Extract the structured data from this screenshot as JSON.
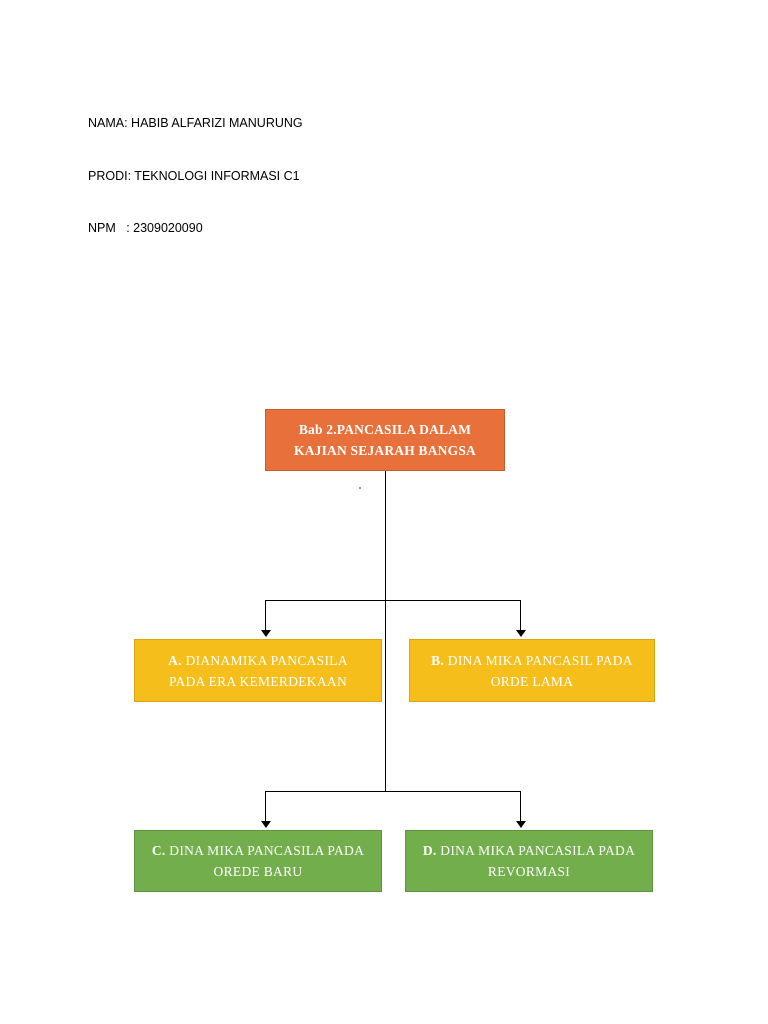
{
  "header": {
    "lines": [
      "NAMA: HABIB ALFARIZI MANURUNG",
      "PRODI: TEKNOLOGI INFORMASI C1",
      "NPM   : 2309020090"
    ]
  },
  "diagram": {
    "title": "Bab 2.PANCASILA DALAM KAJIAN SEJARAH BANGSA",
    "root": {
      "label_line1": "Bab 2.PANCASILA DALAM",
      "label_line2": "KAJIAN SEJARAH BANGSA",
      "color": "#E8703A"
    },
    "children": [
      {
        "id": "a",
        "prefix": "A.",
        "label_line1": " DIANAMIKA PANCASILA",
        "label_line2": "PADA ERA KEMERDEKAAN",
        "color": "#F6BE1A"
      },
      {
        "id": "b",
        "prefix": "B.",
        "label_line1": " DINA MIKA PANCASIL PADA",
        "label_line2": "ORDE LAMA",
        "color": "#F6BE1A"
      },
      {
        "id": "c",
        "prefix": "C.",
        "label_line1": " DINA MIKA PANCASILA PADA",
        "label_line2": "OREDE BARU",
        "color": "#73AE4C"
      },
      {
        "id": "d",
        "prefix": "D.",
        "label_line1": " DINA MIKA PANCASILA PADA",
        "label_line2": "REVORMASI",
        "color": "#73AE4C"
      }
    ]
  }
}
